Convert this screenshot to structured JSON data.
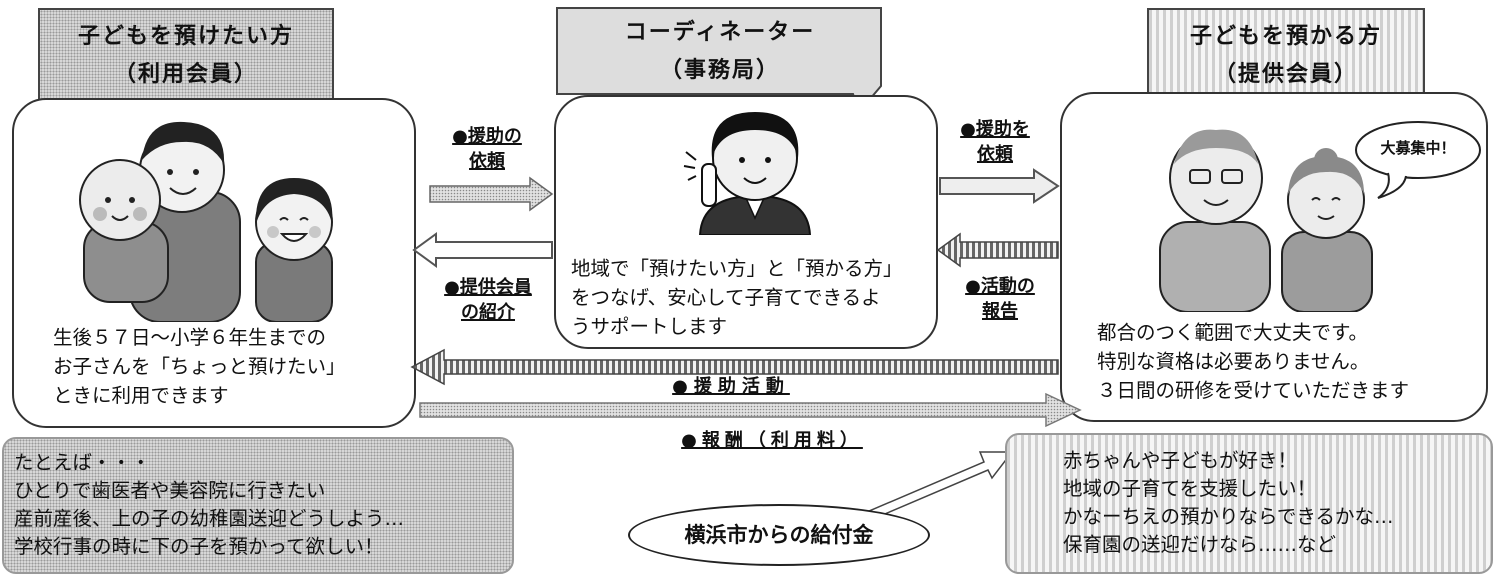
{
  "left": {
    "header_line1": "子どもを預けたい方",
    "header_line2": "（利用会員）",
    "desc": [
      "生後５７日～小学６年生までの",
      "お子さんを「ちょっと預けたい」",
      "ときに利用できます"
    ],
    "examples": [
      "たとえば・・・",
      "ひとりで歯医者や美容院に行きたい",
      "産前産後、上の子の幼稚園送迎どうしよう…",
      "学校行事の時に下の子を預かって欲しい！"
    ]
  },
  "center": {
    "header_line1": "コーディネーター",
    "header_line2": "（事務局）",
    "desc": [
      "地域で「預けたい方」と「預かる方」",
      "をつなげ、安心して子育てできるよ",
      "うサポートします"
    ]
  },
  "right": {
    "header_line1": "子どもを預かる方",
    "header_line2": "（提供会員）",
    "bubble": "大募集中！",
    "desc": [
      "都合のつく範囲で大丈夫です。",
      "特別な資格は必要ありません。",
      "３日間の研修を受けていただきます"
    ],
    "examples": [
      "赤ちゃんや子どもが好き！",
      "地域の子育てを支援したい！",
      "かなーちえの預かりならできるかな…",
      "保育園の送迎だけなら……など"
    ]
  },
  "arrows": {
    "request_support": [
      "●援助の",
      "依頼"
    ],
    "introduce_provider": [
      "●提供会員",
      "の紹介"
    ],
    "request_support_2": [
      "●援助を",
      "依頼"
    ],
    "activity_report": [
      "●活動の",
      "報告"
    ],
    "support_activity": "●援助活動",
    "remuneration": "●報酬（利用料）"
  },
  "subsidy": "横浜市からの給付金"
}
